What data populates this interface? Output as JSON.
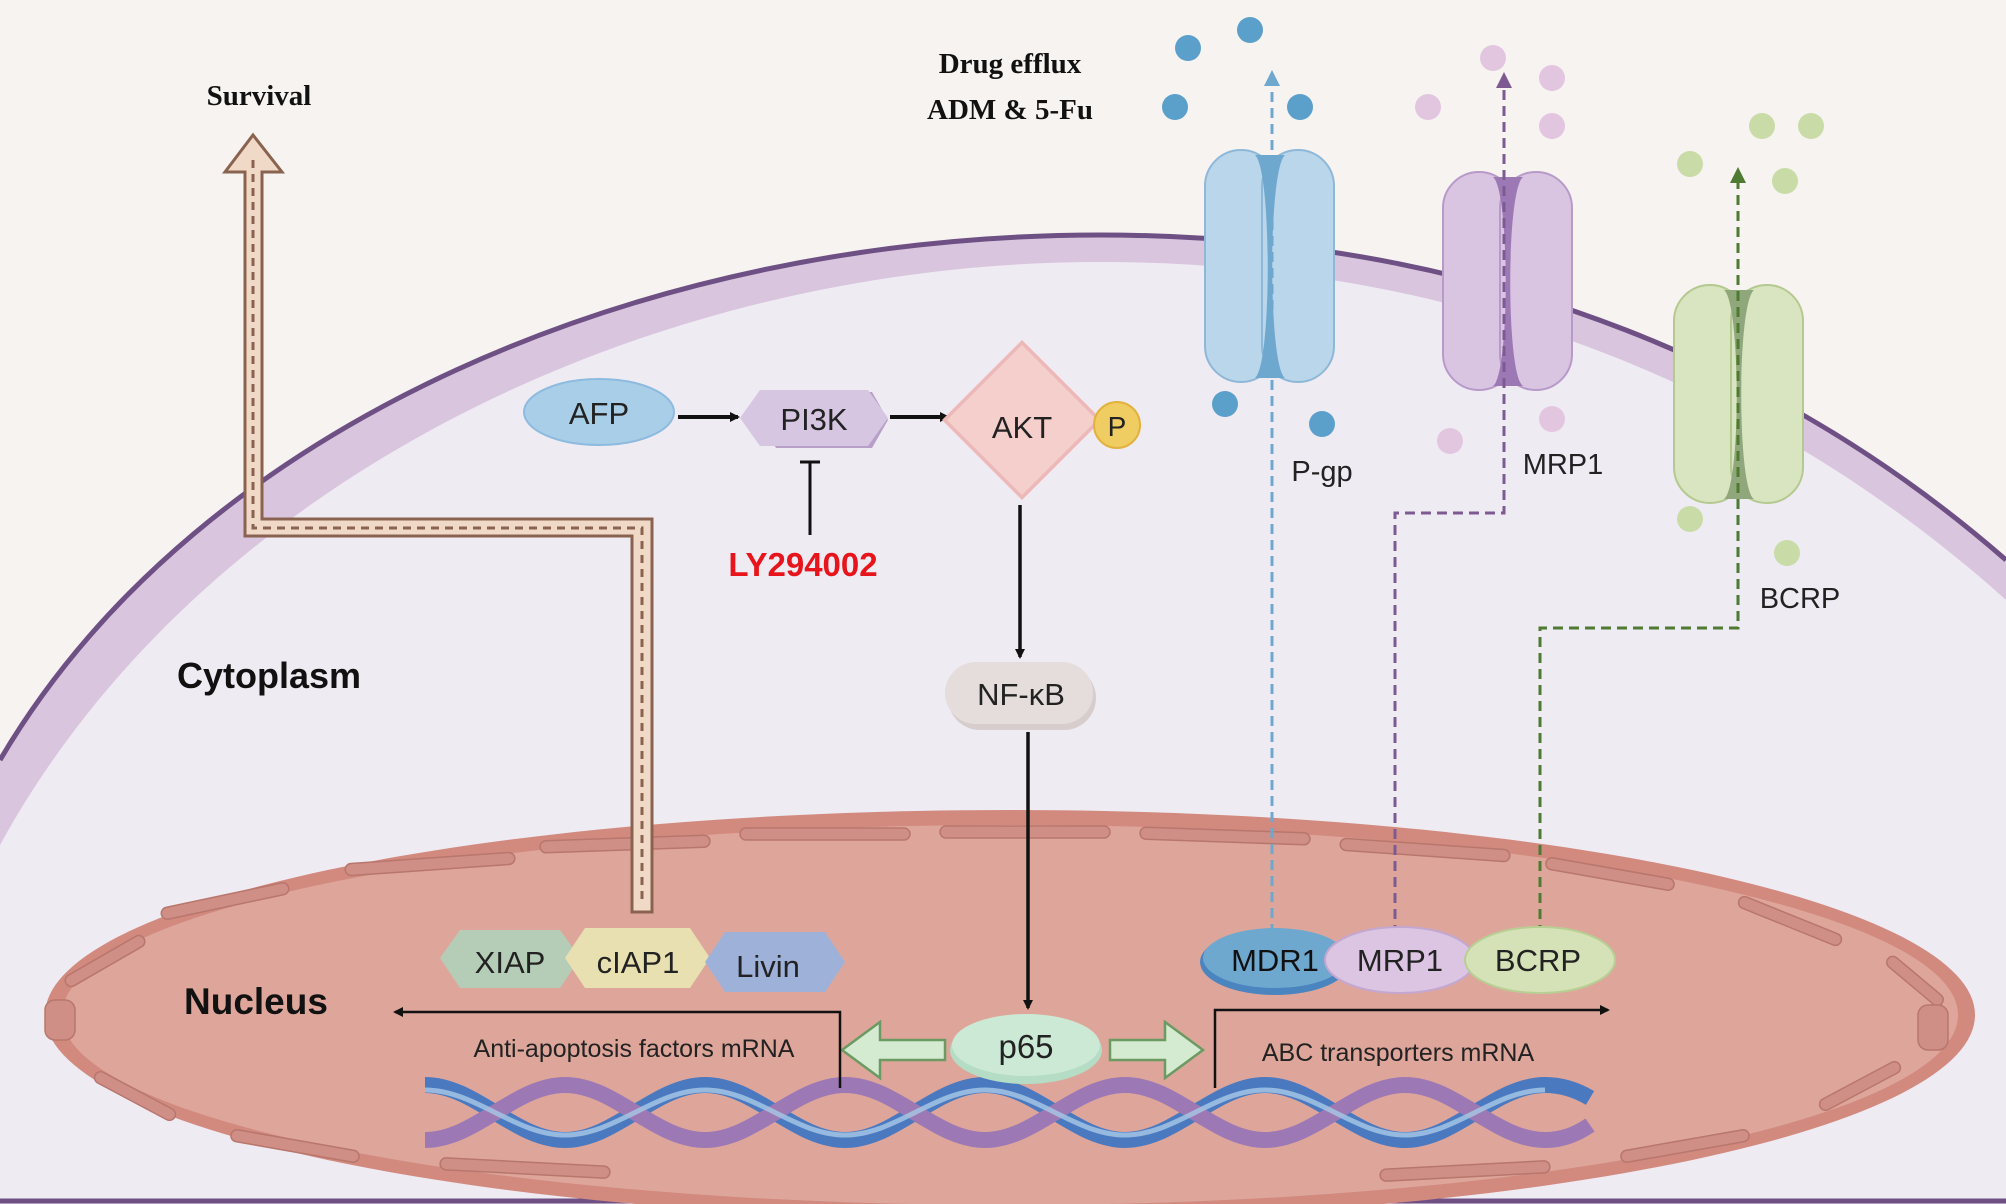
{
  "labels": {
    "survival": "Survival",
    "drug_efflux_line1": "Drug efflux",
    "drug_efflux_line2": "ADM & 5-Fu",
    "cytoplasm": "Cytoplasm",
    "nucleus": "Nucleus",
    "inhibitor": "LY294002",
    "anti_apoptosis_mrna": "Anti-apoptosis factors mRNA",
    "abc_mrna": "ABC transporters mRNA"
  },
  "pathway": {
    "afp": "AFP",
    "pi3k": "PI3K",
    "akt": "AKT",
    "phospho": "P",
    "nfkb": "NF-κB",
    "p65": "p65"
  },
  "anti_apoptosis_factors": [
    "XIAP",
    "cIAP1",
    "Livin"
  ],
  "abc_genes": [
    "MDR1",
    "MRP1",
    "BCRP"
  ],
  "transporters": [
    {
      "name": "P-gp",
      "color": "#b9d6ea"
    },
    {
      "name": "MRP1",
      "color": "#d9c5e2"
    },
    {
      "name": "BCRP",
      "color": "#d9e5c1"
    }
  ],
  "colors": {
    "inhibitor": "#e8141b",
    "cell_membrane": "#6e5085",
    "nucleus": "#dea69b",
    "pgp_arrow": "#6fa8cf",
    "mrp1_arrow": "#7d5a92",
    "bcrp_arrow": "#4e7a32",
    "survival_arrow": "#8a6350"
  }
}
